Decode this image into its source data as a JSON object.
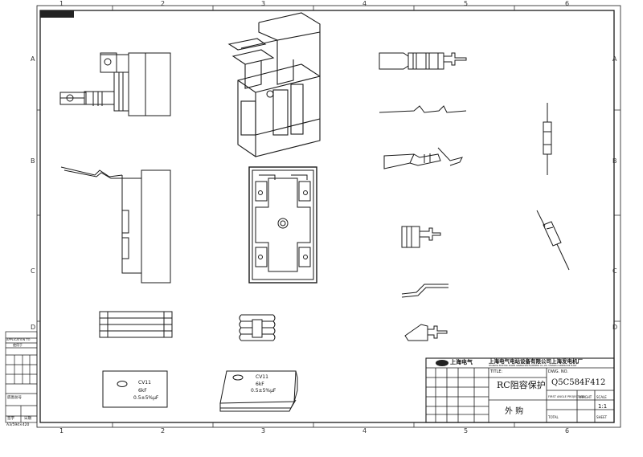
{
  "stamp": "",
  "zones": {
    "columns": [
      "1",
      "2",
      "3",
      "4",
      "5",
      "6"
    ],
    "rows": [
      "A",
      "B",
      "C",
      "D"
    ]
  },
  "part_labels": {
    "cv_label": "CV11",
    "cap_value": "6kF",
    "cap_rating": "0.5±5%μF"
  },
  "title_block": {
    "company_cn": "上海电气电站设备有限公司上海发电机厂",
    "company_en": "SHANGHAI ELECTRIC POWER GENERATION EQUIPMENT CO.,LTD. SHANGHAI GENERATOR PLANT",
    "logo_text": "上海电气",
    "title_caption": "TITLE:",
    "title": "RC阻容保护",
    "dwg_caption": "DWG. NO.",
    "dwg_no": "Q5C584F412",
    "procurement": "外 购",
    "projection_label": "FIRST ANGLE PROJECTION",
    "scale_label": "SCALE",
    "scale_value": "1:1",
    "sheet_label": "SHEET",
    "total_label": "TOTAL",
    "weight_label": "WEIGHT"
  },
  "left_strip": {
    "title1": "APPLICATION TO",
    "title2": "使用于",
    "record": "底图总号",
    "sign": "签字",
    "date": "日期",
    "format": "A3/594×420"
  }
}
